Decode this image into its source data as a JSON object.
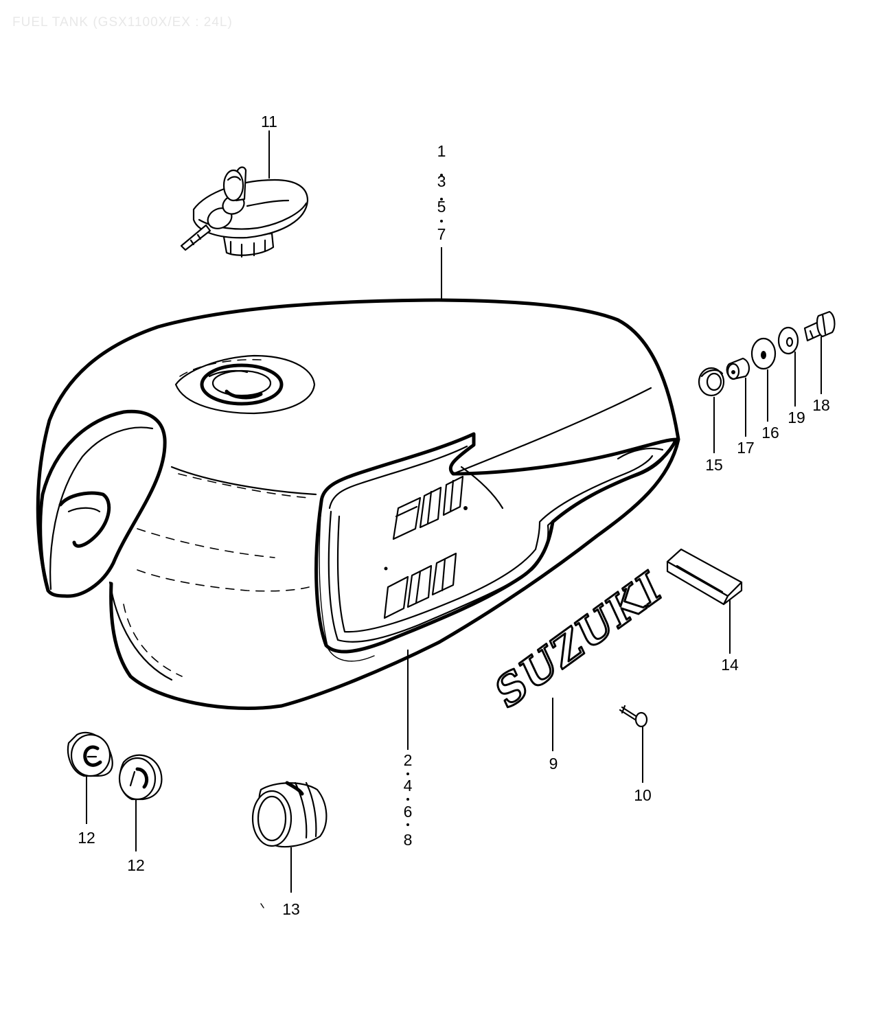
{
  "title": "FUEL TANK (GSX1100X/EX : 24L)",
  "emblem_text": "SUZUKI",
  "callouts": [
    {
      "id": "c11",
      "text": "11"
    },
    {
      "id": "c1",
      "text": "1"
    },
    {
      "id": "c3",
      "text": "3"
    },
    {
      "id": "c5",
      "text": "5"
    },
    {
      "id": "c7",
      "text": "7"
    },
    {
      "id": "c15",
      "text": "15"
    },
    {
      "id": "c17",
      "text": "17"
    },
    {
      "id": "c16",
      "text": "16"
    },
    {
      "id": "c19",
      "text": "19"
    },
    {
      "id": "c18",
      "text": "18"
    },
    {
      "id": "c14",
      "text": "14"
    },
    {
      "id": "c9",
      "text": "9"
    },
    {
      "id": "c10",
      "text": "10"
    },
    {
      "id": "c2",
      "text": "2"
    },
    {
      "id": "c4",
      "text": "4"
    },
    {
      "id": "c6",
      "text": "6"
    },
    {
      "id": "c8",
      "text": "8"
    },
    {
      "id": "c12a",
      "text": "12"
    },
    {
      "id": "c12b",
      "text": "12"
    },
    {
      "id": "c13",
      "text": "13"
    }
  ]
}
